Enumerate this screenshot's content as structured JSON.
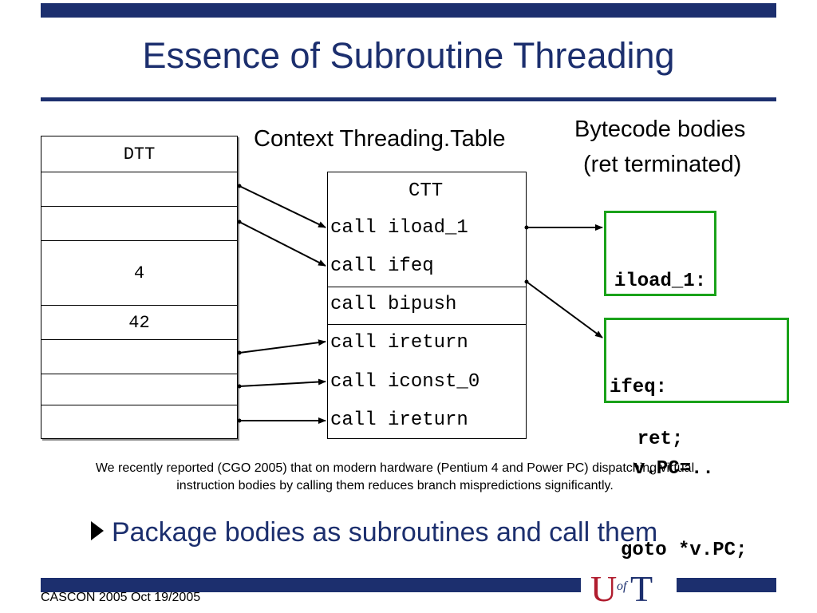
{
  "slide": {
    "title": "Essence of Subroutine Threading"
  },
  "dtt": {
    "label": "DTT",
    "rows": [
      "",
      "",
      "4",
      "",
      "42",
      "",
      "",
      ""
    ]
  },
  "ctt": {
    "heading": "Context Threading.Table",
    "label": "CTT",
    "rows": [
      "call iload_1",
      "call ifeq",
      "call bipush",
      "call ireturn",
      "call iconst_0",
      "call ireturn"
    ]
  },
  "bodies": {
    "heading_line1": "Bytecode bodies",
    "heading_line2": "(ret terminated)",
    "iload_box": {
      "line1": "iload_1:",
      "line2": "..",
      "line3": "ret;"
    },
    "ifeq_box": {
      "line1": "ifeq:",
      "line2": "v.PC=..",
      "line3": "goto *v.PC;"
    }
  },
  "note": {
    "line1": "We recently reported (CGO 2005) that on modern hardware (Pentium 4 and Power PC) dispatching virtual",
    "line2": "instruction bodies by calling them reduces branch mispredictions significantly."
  },
  "bullet": {
    "icon": "triangle-right-icon",
    "text": "Package bodies as subroutines and call them"
  },
  "footer": {
    "text": "CASCON 2005 Oct 19/2005"
  },
  "logo": {
    "letters": [
      "U",
      "of",
      "T"
    ]
  },
  "colors": {
    "navy": "#1c2f6e",
    "green": "#1aa21a",
    "logo_red": "#b01c2e"
  }
}
